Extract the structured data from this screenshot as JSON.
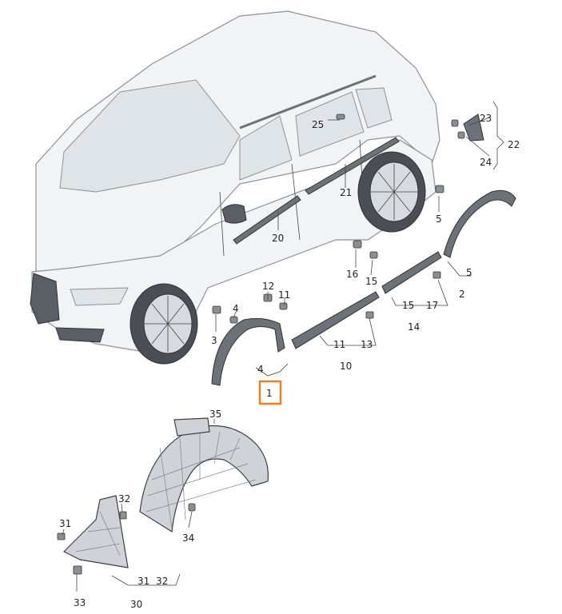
{
  "highlight": {
    "label": "1",
    "color": "#f07d1f"
  },
  "labels": {
    "l25": "25",
    "l23": "23",
    "l22": "22",
    "l24": "24",
    "l21": "21",
    "l20": "20",
    "l5a": "5",
    "l5b": "5",
    "l2": "2",
    "l16": "16",
    "l15a": "15",
    "l15b": "15",
    "l17": "17",
    "l14": "14",
    "l12": "12",
    "l11a": "11",
    "l4a": "4",
    "l3": "3",
    "l11b": "11",
    "l13": "13",
    "l10": "10",
    "l4b": "4",
    "l35": "35",
    "l32a": "32",
    "l31a": "31",
    "l34": "34",
    "l31b": "31",
    "l32b": "32",
    "l33": "33",
    "l30": "30"
  },
  "colors": {
    "accent": "#f07d1f",
    "parts": "#6d7278",
    "outline": "#2e3237"
  }
}
